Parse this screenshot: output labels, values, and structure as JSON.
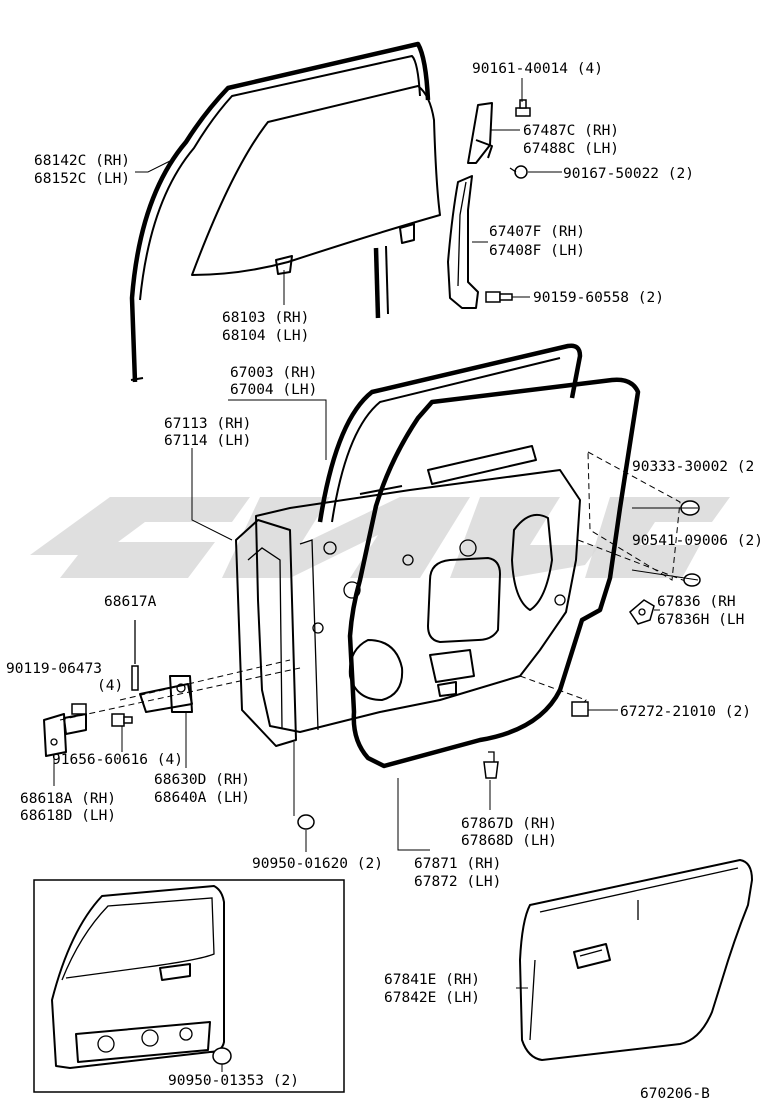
{
  "labels": {
    "p90161": "90161-40014 (4)",
    "p67487": "67487C (RH)",
    "p67488": "67488C (LH)",
    "p90167": "90167-50022 (2)",
    "p68142": "68142C (RH)",
    "p68152": "68152C (LH)",
    "p67407": "67407F (RH)",
    "p67408": "67408F (LH)",
    "p90159": "90159-60558 (2)",
    "p68103": "68103 (RH)",
    "p68104": "68104 (LH)",
    "p67003": "67003 (RH)",
    "p67004": "67004 (LH)",
    "p67113": "67113 (RH)",
    "p67114": "67114 (LH)",
    "p90333": "90333-30002 (2",
    "p90541": "90541-09006 (2)",
    "p68617": "68617A",
    "p67836": "67836   (RH",
    "p67836h": "67836H (LH",
    "p90119": "90119-06473",
    "p90119q": "(4)",
    "p67272": "67272-21010 (2)",
    "p91656": "91656-60616 (4)",
    "p68630": "68630D (RH)",
    "p68640": "68640A (LH)",
    "p68618a": "68618A (RH)",
    "p68618d": "68618D (LH)",
    "p67867": "67867D (RH)",
    "p67868": "67868D (LH)",
    "p90950a": "90950-01620 (2)",
    "p67871": "67871 (RH)",
    "p67872": "67872 (LH)",
    "p67841": "67841E (RH)",
    "p67842": "67842E (LH)",
    "p90950b": "90950-01353 (2)",
    "code": "670206-B"
  }
}
